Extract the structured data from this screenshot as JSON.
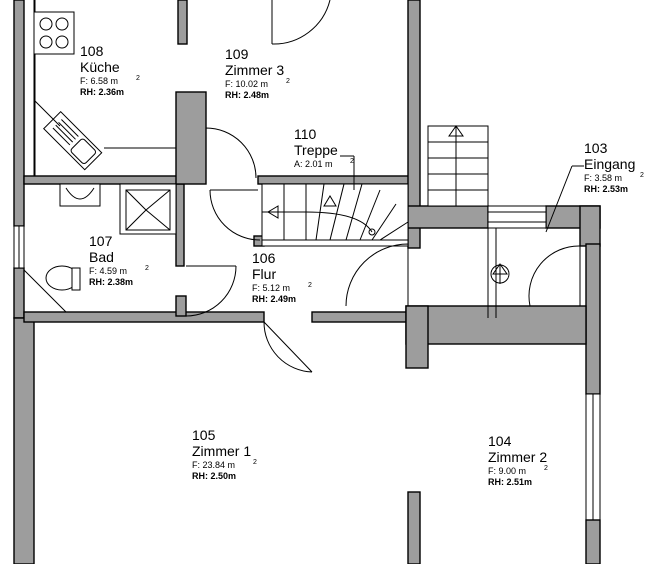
{
  "area_prefix": "F:",
  "height_prefix": "RH:",
  "area_unit": "m",
  "area_unit_sup": "2",
  "rooms": [
    {
      "id": "108",
      "name": "Küche",
      "area": "6.58",
      "rh": "2.36m"
    },
    {
      "id": "109",
      "name": "Zimmer 3",
      "area": "10.02",
      "rh": "2.48m"
    },
    {
      "id": "110",
      "name": "Treppe",
      "area_prefix": "A:",
      "area": "2.01"
    },
    {
      "id": "103",
      "name": "Eingang",
      "area": "3.58",
      "rh": "2.53m"
    },
    {
      "id": "107",
      "name": "Bad",
      "area": "4.59",
      "rh": "2.38m"
    },
    {
      "id": "106",
      "name": "Flur",
      "area": "5.12",
      "rh": "2.49m"
    },
    {
      "id": "105",
      "name": "Zimmer 1",
      "area": "23.84",
      "rh": "2.50m"
    },
    {
      "id": "104",
      "name": "Zimmer 2",
      "area": "9.00",
      "rh": "2.51m"
    }
  ]
}
